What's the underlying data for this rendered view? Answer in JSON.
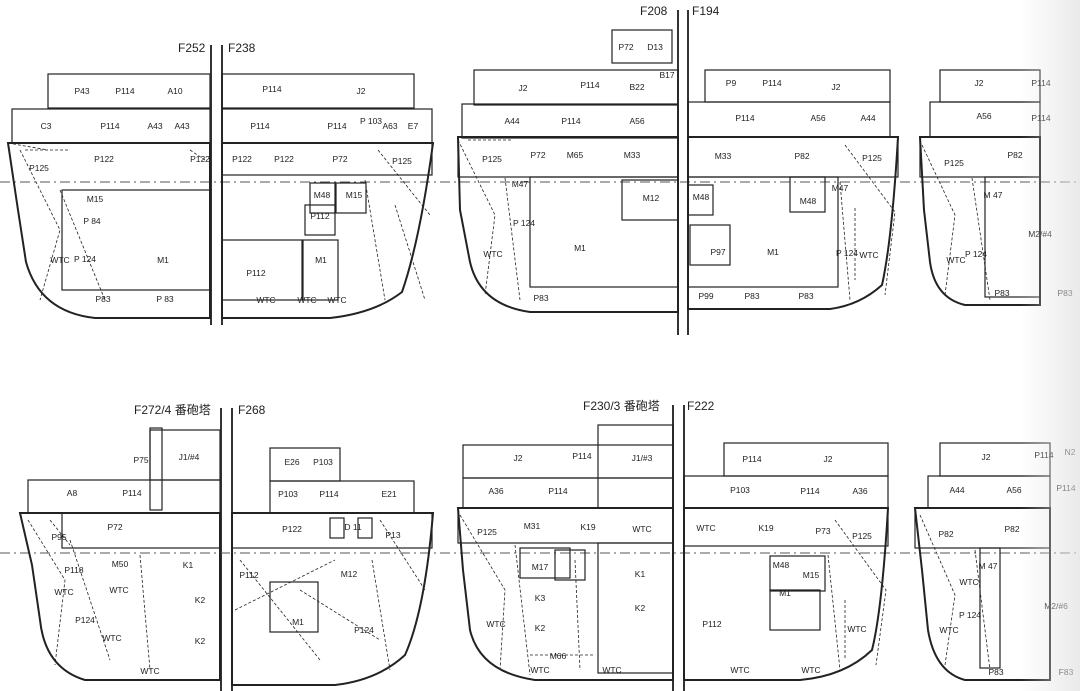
{
  "frames": {
    "f252": "F252",
    "f238": "F238",
    "f208": "F208",
    "f194": "F194",
    "f272": "F272/4 番砲塔",
    "f268": "F268",
    "f230": "F230/3 番砲塔",
    "f222": "F222"
  },
  "sections": [
    {
      "key": "s1",
      "rooms": [
        "P43",
        "P114",
        "A10",
        "C3",
        "P114",
        "A43",
        "A43",
        "P125",
        "P122",
        "P122",
        "M15",
        "P 84",
        "WTC",
        "P 124",
        "M1",
        "P83",
        "P 83"
      ]
    },
    {
      "key": "s2",
      "rooms": [
        "P114",
        "J2",
        "P114",
        "P114",
        "P 103",
        "A63",
        "E7",
        "P122",
        "P122",
        "P72",
        "P125",
        "M48",
        "M15",
        "P112",
        "M1",
        "P112",
        "WTC",
        "WTC",
        "WTC"
      ]
    },
    {
      "key": "s3",
      "rooms": [
        "P72",
        "D13",
        "J2",
        "P114",
        "B22",
        "B17",
        "A44",
        "P114",
        "A56",
        "P125",
        "P72",
        "M65",
        "M33",
        "M47",
        "P 124",
        "M12",
        "M1",
        "WTC",
        "P83"
      ]
    },
    {
      "key": "s4",
      "rooms": [
        "P9",
        "P114",
        "J2",
        "P114",
        "A56",
        "A44",
        "M33",
        "P82",
        "P125",
        "M48",
        "M48",
        "M47",
        "P97",
        "M1",
        "P 124",
        "WTC",
        "P99",
        "P83",
        "P83"
      ]
    },
    {
      "key": "s5",
      "rooms": [
        "J2",
        "P114",
        "A56",
        "P114",
        "P125",
        "P82",
        "M 47",
        "M2/#4",
        "WTC",
        "P 124",
        "P83",
        "P83"
      ]
    },
    {
      "key": "s6",
      "rooms": [
        "P75",
        "J1/#4",
        "A8",
        "P114",
        "P72",
        "P95",
        "M50",
        "K1",
        "P118",
        "WTC",
        "WTC",
        "K2",
        "P124",
        "WTC",
        "K2",
        "WTC"
      ]
    },
    {
      "key": "s7",
      "rooms": [
        "E26",
        "P103",
        "P103",
        "P114",
        "E21",
        "P122",
        "D 11",
        "P13",
        "P112",
        "M12",
        "M1",
        "P124"
      ]
    },
    {
      "key": "s8",
      "rooms": [
        "J2",
        "P114",
        "J1/#3",
        "A36",
        "P114",
        "P125",
        "M31",
        "K19",
        "WTC",
        "M17",
        "K1",
        "K3",
        "K2",
        "K2",
        "WTC",
        "M66",
        "WTC",
        "WTC"
      ]
    },
    {
      "key": "s9",
      "rooms": [
        "P114",
        "J2",
        "P103",
        "P114",
        "A36",
        "WTC",
        "K19",
        "P73",
        "P125",
        "M48",
        "M15",
        "M1",
        "P112",
        "WTC",
        "WTC",
        "WTC"
      ]
    },
    {
      "key": "s10",
      "rooms": [
        "J2",
        "P114",
        "N2",
        "A44",
        "A56",
        "P114",
        "P82",
        "P82",
        "M 47",
        "WTC",
        "M2/#6",
        "P 124",
        "WTC",
        "P83",
        "F83"
      ]
    }
  ]
}
